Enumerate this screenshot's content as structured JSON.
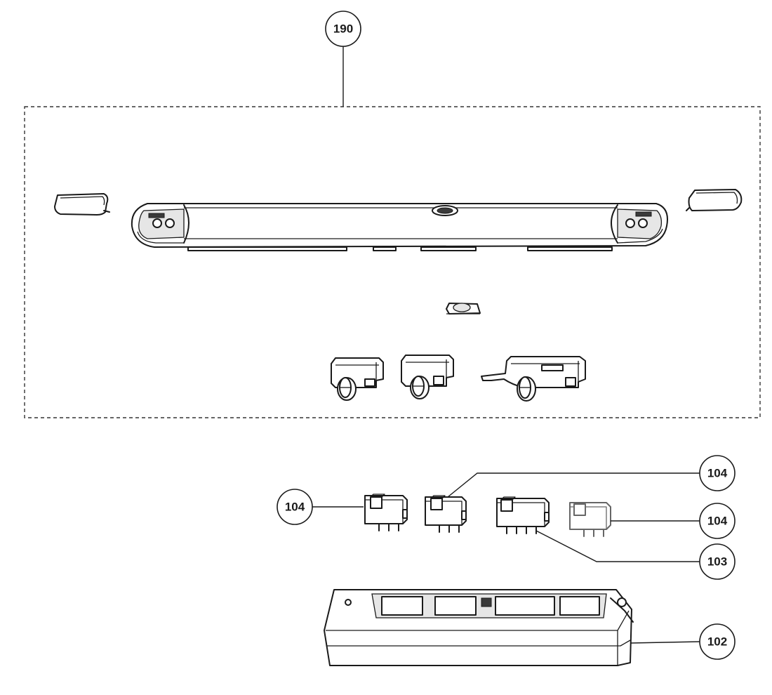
{
  "callouts": [
    {
      "id": "callout-190",
      "label": "190"
    },
    {
      "id": "callout-104-left",
      "label": "104"
    },
    {
      "id": "callout-104-top",
      "label": "104"
    },
    {
      "id": "callout-104-right",
      "label": "104"
    },
    {
      "id": "callout-103",
      "label": "103"
    },
    {
      "id": "callout-102",
      "label": "102"
    }
  ],
  "colors": {
    "line": "#1a1a1a",
    "background": "#ffffff",
    "shade": "#e6e6e6"
  }
}
